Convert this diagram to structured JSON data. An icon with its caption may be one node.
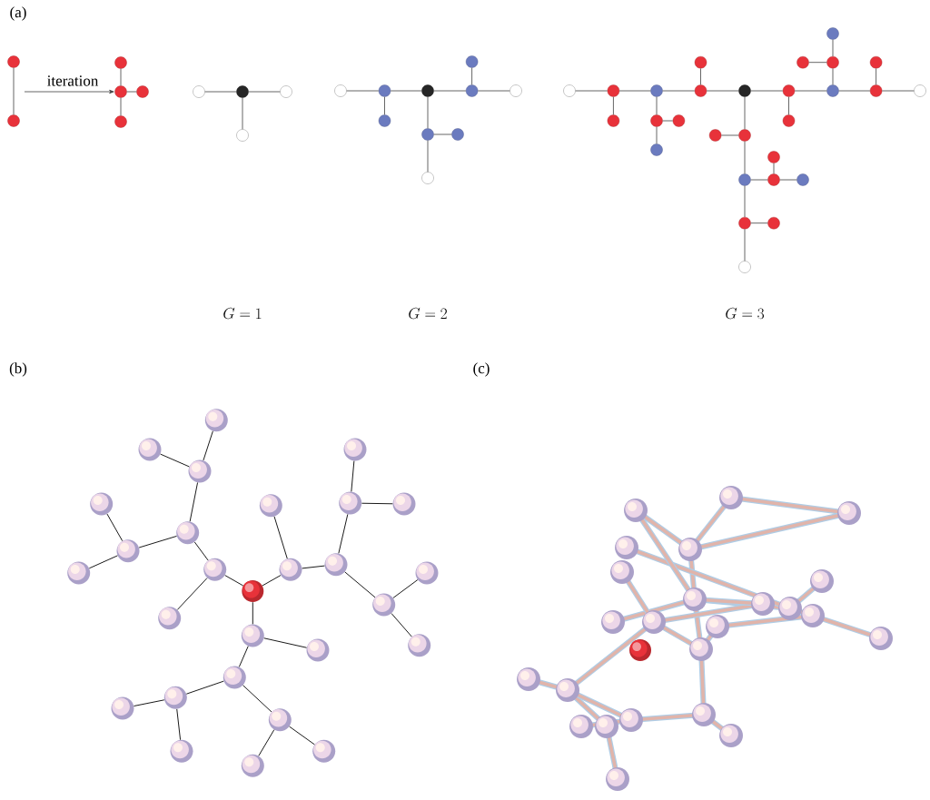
{
  "diagram": {
    "nodes": [
      {
        "text": [],
        "shape": "circle"
      },
      {
        "text": [],
        "shape": "circle"
      },
      {
        "text": [],
        "shape": "circle"
      },
      {
        "text": [],
        "shape": "circle"
      },
      {
        "text": [],
        "shape": "circle"
      },
      {
        "text": [],
        "shape": "circle"
      },
      {
        "text": [],
        "shape": "circle"
      },
      {
        "text": [],
        "shape": "circle"
      },
      {
        "text": [],
        "shape": "circle"
      },
      {
        "text": [],
        "shape": "circle"
      },
      {
        "text": [],
        "shape": "circle"
      },
      {
        "text": [],
        "shape": "circle"
      },
      {
        "text": [],
        "shape": "circle"
      },
      {
        "text": [],
        "shape": "circle"
      },
      {
        "text": [],
        "shape": "circle"
      },
      {
        "text": [],
        "shape": "circle"
      },
      {
        "text": [],
        "shape": "circle"
      },
      {
        "text": [],
        "shape": "circle"
      },
      {
        "text": [],
        "shape": "circle"
      },
      {
        "text": [],
        "shape": "circle"
      },
      {
        "text": [],
        "shape": "circle"
      },
      {
        "text": [],
        "shape": "circle"
      },
      {
        "text": [],
        "shape": "circle"
      },
      {
        "text": [],
        "shape": "circle"
      },
      {
        "text": [],
        "shape": "circle"
      },
      {
        "text": [],
        "shape": "circle"
      },
      {
        "text": [],
        "shape": "circle"
      },
      {
        "text": [],
        "shape": "circle"
      },
      {
        "text": [],
        "shape": "circle"
      },
      {
        "text": [],
        "shape": "circle"
      },
      {
        "text": [],
        "shape": "circle"
      },
      {
        "text": [],
        "shape": "circle"
      },
      {
        "text": [],
        "shape": "circle"
      },
      {
        "text": [],
        "shape": "circle"
      },
      {
        "text": [],
        "shape": "circle"
      },
      {
        "text": [],
        "shape": "circle"
      },
      {
        "text": [],
        "shape": "circle"
      },
      {
        "text": [],
        "shape": "circle"
      },
      {
        "text": [],
        "shape": "circle"
      },
      {
        "text": [],
        "shape": "circle"
      },
      {
        "text": [],
        "shape": "circle"
      },
      {
        "text": [],
        "shape": "circle"
      },
      {
        "text": [],
        "shape": "circle"
      },
      {
        "text": [],
        "shape": "circle"
      },
      {
        "text": [],
        "shape": "circle"
      },
      {
        "text": [],
        "shape": "circle"
      },
      {
        "text": [],
        "shape": "circle"
      },
      {
        "text": [],
        "shape": "circle"
      },
      {
        "text": [],
        "shape": "circle"
      },
      {
        "text": [],
        "shape": "circle"
      },
      {
        "text": [],
        "shape": "circle"
      },
      {
        "text": [],
        "shape": "circle"
      },
      {
        "text": [],
        "shape": "circle"
      },
      {
        "text": [],
        "shape": "circle"
      },
      {
        "text": [],
        "shape": "circle"
      },
      {
        "text": [],
        "shape": "circle"
      },
      {
        "text": [],
        "shape": "circle"
      },
      {
        "text": [],
        "shape": "circle"
      },
      {
        "text": [],
        "shape": "circle"
      },
      {
        "text": [],
        "shape": "circle"
      },
      {
        "text": [],
        "shape": "circle"
      },
      {
        "text": [],
        "shape": "circle"
      },
      {
        "text": [],
        "shape": "circle"
      },
      {
        "text": [],
        "shape": "circle"
      },
      {
        "text": [],
        "shape": "circle"
      },
      {
        "text": [],
        "shape": "circle"
      },
      {
        "text": [],
        "shape": "circle"
      },
      {
        "text": [],
        "shape": "circle"
      },
      {
        "text": [],
        "shape": "circle"
      },
      {
        "text": [],
        "shape": "circle"
      },
      {
        "text": [],
        "shape": "circle"
      },
      {
        "text": [],
        "shape": "circle"
      },
      {
        "text": [],
        "shape": "circle"
      },
      {
        "text": [],
        "shape": "circle"
      },
      {
        "text": [],
        "shape": "circle"
      },
      {
        "text": [],
        "shape": "circle"
      }
    ],
    "edges": [
      {
        "from": 0,
        "to": 1,
        "arrow": "none"
      },
      {
        "from": 3,
        "to": 2,
        "arrow": "none"
      },
      {
        "from": 3,
        "to": 4,
        "arrow": "none"
      },
      {
        "from": 3,
        "to": 5,
        "arrow": "none"
      },
      {
        "from": null,
        "to": 3,
        "arrow": "to",
        "label": "iteration"
      },
      {
        "from": 7,
        "to": 6,
        "arrow": "none"
      },
      {
        "from": 7,
        "to": 8,
        "arrow": "none"
      },
      {
        "from": 7,
        "to": 9,
        "arrow": "none"
      },
      {
        "from": 11,
        "to": 12,
        "arrow": "none"
      },
      {
        "from": 12,
        "to": 13,
        "arrow": "none"
      },
      {
        "from": 13,
        "to": 14,
        "arrow": "none"
      },
      {
        "from": 14,
        "to": 15,
        "arrow": "none"
      },
      {
        "from": 12,
        "to": 16,
        "arrow": "none"
      },
      {
        "from": 14,
        "to": 10,
        "arrow": "none"
      },
      {
        "from": 13,
        "to": 17,
        "arrow": "none"
      },
      {
        "from": 17,
        "to": 18,
        "arrow": "none"
      },
      {
        "from": 17,
        "to": 19,
        "arrow": "none"
      },
      {
        "from": 25,
        "to": 26,
        "arrow": "none"
      },
      {
        "from": 26,
        "to": 27,
        "arrow": "none"
      },
      {
        "from": 27,
        "to": 28,
        "arrow": "none"
      },
      {
        "from": 28,
        "to": 29,
        "arrow": "none"
      },
      {
        "from": 29,
        "to": 30,
        "arrow": "none"
      },
      {
        "from": 30,
        "to": 31,
        "arrow": "none"
      },
      {
        "from": 31,
        "to": 32,
        "arrow": "none"
      },
      {
        "from": 32,
        "to": 33,
        "arrow": "none"
      },
      {
        "from": 26,
        "to": 34,
        "arrow": "none"
      },
      {
        "from": 27,
        "to": 35,
        "arrow": "none"
      },
      {
        "from": 35,
        "to": 36,
        "arrow": "none"
      },
      {
        "from": 35,
        "to": 40,
        "arrow": "none"
      },
      {
        "from": 28,
        "to": 21,
        "arrow": "none"
      },
      {
        "from": 30,
        "to": 37,
        "arrow": "none"
      },
      {
        "from": 31,
        "to": 23,
        "arrow": "none"
      },
      {
        "from": 23,
        "to": 22,
        "arrow": "none"
      },
      {
        "from": 23,
        "to": 20,
        "arrow": "none"
      },
      {
        "from": 32,
        "to": 24,
        "arrow": "none"
      },
      {
        "from": 29,
        "to": 39,
        "arrow": "none"
      },
      {
        "from": 39,
        "to": 38,
        "arrow": "none"
      },
      {
        "from": 39,
        "to": 42,
        "arrow": "none"
      },
      {
        "from": 42,
        "to": 43,
        "arrow": "none"
      },
      {
        "from": 43,
        "to": 41,
        "arrow": "none"
      },
      {
        "from": 43,
        "to": 44,
        "arrow": "none"
      },
      {
        "from": 42,
        "to": 45,
        "arrow": "none"
      },
      {
        "from": 45,
        "to": 46,
        "arrow": "none"
      },
      {
        "from": 45,
        "to": 47,
        "arrow": "none"
      },
      {
        "from": 48,
        "to": 49,
        "arrow": "none"
      },
      {
        "from": 49,
        "to": 50,
        "arrow": "none"
      },
      {
        "from": 50,
        "to": 51,
        "arrow": "none"
      },
      {
        "from": 51,
        "to": 52,
        "arrow": "none"
      },
      {
        "from": 51,
        "to": 53,
        "arrow": "none"
      },
      {
        "from": 50,
        "to": 54,
        "arrow": "none"
      },
      {
        "from": 54,
        "to": 55,
        "arrow": "none"
      },
      {
        "from": 54,
        "to": 56,
        "arrow": "none"
      },
      {
        "from": 49,
        "to": 57,
        "arrow": "none"
      },
      {
        "from": 48,
        "to": 58,
        "arrow": "none"
      },
      {
        "from": 58,
        "to": 59,
        "arrow": "none"
      },
      {
        "from": 58,
        "to": 60,
        "arrow": "none"
      },
      {
        "from": 60,
        "to": 61,
        "arrow": "none"
      },
      {
        "from": 61,
        "to": 62,
        "arrow": "none"
      },
      {
        "from": 61,
        "to": 63,
        "arrow": "none"
      },
      {
        "from": 60,
        "to": 64,
        "arrow": "none"
      },
      {
        "from": 64,
        "to": 65,
        "arrow": "none"
      },
      {
        "from": 64,
        "to": 66,
        "arrow": "none"
      },
      {
        "from": 48,
        "to": 67,
        "arrow": "none"
      },
      {
        "from": 67,
        "to": 68,
        "arrow": "none"
      },
      {
        "from": 67,
        "to": 69,
        "arrow": "none"
      },
      {
        "from": 69,
        "to": 70,
        "arrow": "none"
      },
      {
        "from": 70,
        "to": 71,
        "arrow": "none"
      },
      {
        "from": 70,
        "to": 72,
        "arrow": "none"
      },
      {
        "from": 69,
        "to": 73,
        "arrow": "none"
      },
      {
        "from": 73,
        "to": 74,
        "arrow": "none"
      },
      {
        "from": 73,
        "to": 75,
        "arrow": "none"
      }
    ],
    "labels": [
      "(a)",
      "G = 1",
      "G = 2",
      "G = 3",
      "(b)",
      "(c)"
    ]
  }
}
